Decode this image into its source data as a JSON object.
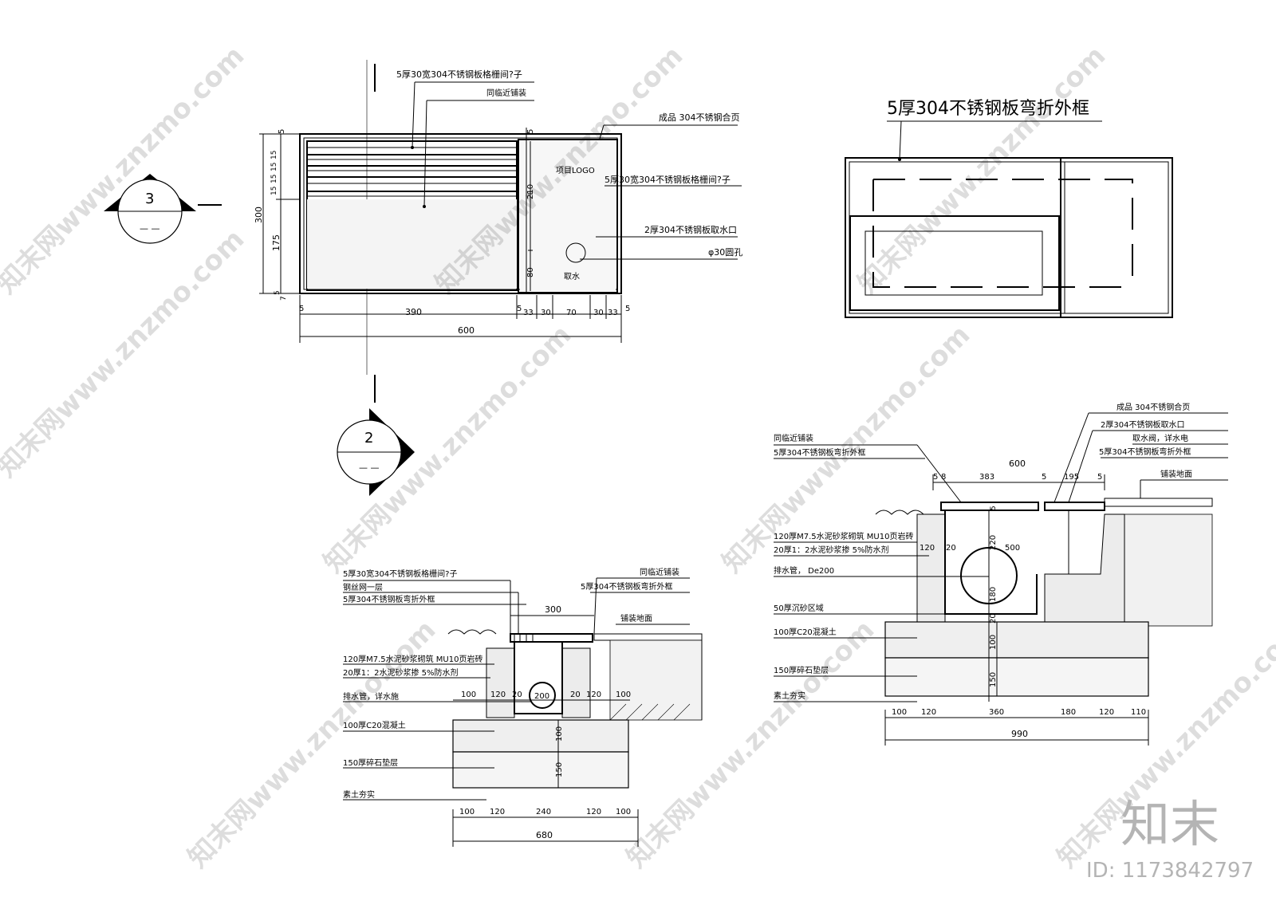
{
  "plan": {
    "label_grate_strip": "5厚30宽304不锈钢板格栅间?子",
    "label_paving": "同临近铺装",
    "label_hinge": "成品 304不锈钢合页",
    "label_grate_strip_2": "5厚30宽304不锈钢板格栅间?子",
    "label_water_port": "2厚304不锈钢板取水口",
    "label_hole": "φ30圆孔",
    "logo_text": "项目LOGO",
    "water_text": "取水",
    "dims_left": [
      "5",
      "15",
      "15",
      "15",
      "15",
      "300",
      "175",
      "5",
      "7"
    ],
    "dim_210": "210",
    "dim_80": "80",
    "dim_5_top": "5",
    "dims_bottom": [
      "5",
      "390",
      "5",
      "33",
      "30",
      "70",
      "30",
      "33",
      "5"
    ],
    "dim_total": "600"
  },
  "section_markers": [
    {
      "number": "3",
      "sub": "— —"
    },
    {
      "number": "2",
      "sub": "— —"
    }
  ],
  "frame_view": {
    "title": "5厚304不锈钢板弯折外框"
  },
  "section_left": {
    "labels": [
      "5厚30宽304不锈钢板格栅间?子",
      "钢丝网一层",
      "5厚304不锈钢板弯折外框",
      "120厚M7.5水泥砂浆砌筑    MU10页岩砖",
      "20厚1：2水泥砂浆掺   5%防水剂",
      "排水管，详水施",
      "100厚C20混凝土",
      "150厚碎石垫层",
      "素土夯实"
    ],
    "labels_right": [
      "同临近铺装",
      "5厚304不锈钢板弯折外框",
      "铺装地面"
    ],
    "dim_top": "300",
    "pipe": "200",
    "dims_mid": [
      "100",
      "120",
      "20",
      "20",
      "120",
      "100"
    ],
    "dim_100": "100",
    "dim_150": "150",
    "dims_bottom": [
      "100",
      "120",
      "240",
      "120",
      "100"
    ],
    "dim_total": "680"
  },
  "section_right": {
    "labels": [
      "同临近铺装",
      "5厚304不锈钢板弯折外框",
      "120厚M7.5水泥砂浆砌筑    MU10页岩砖",
      "20厚1：2水泥砂浆掺   5%防水剂",
      "排水管，  De200",
      "50厚沉砂区域",
      "100厚C20混凝土",
      "150厚碎石垫层",
      "素土夯实"
    ],
    "labels_right": [
      "成品 304不锈钢合页",
      "2厚304不锈钢板取水口",
      "取水阀，详水电",
      "5厚304不锈钢板弯折外框",
      "铺装地面"
    ],
    "dims_top": [
      "5",
      "8",
      "383",
      "5",
      "195",
      "5"
    ],
    "dim_top_total": "600",
    "dims_mid": [
      "120",
      "20",
      "500"
    ],
    "dims_vert": [
      "5",
      "220",
      "180",
      "20",
      "100",
      "150"
    ],
    "dims_bottom": [
      "100",
      "120",
      "360",
      "180",
      "120",
      "110"
    ],
    "dim_total": "990"
  },
  "watermarks": [
    "知末网www.znzmo.com"
  ],
  "brand": {
    "name": "知末",
    "id_text": "ID: 1173842797"
  }
}
